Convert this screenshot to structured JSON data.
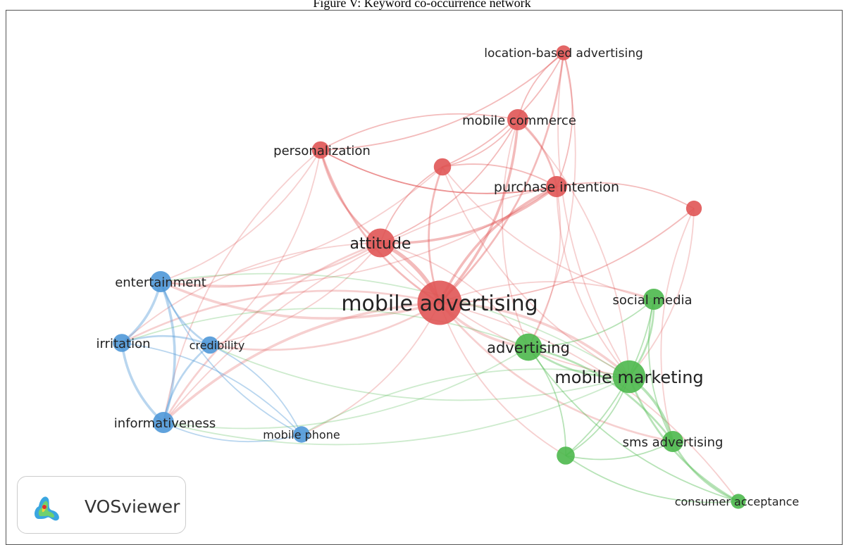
{
  "caption": "Figure V: Keyword co-occurrence network",
  "logo_text": "VOSviewer",
  "colors": {
    "red": "#e05555",
    "green": "#4cb84c",
    "blue": "#4f98d8"
  },
  "nodes": [
    {
      "id": "mobile advertising",
      "label": "mobile advertising",
      "cluster": "red",
      "size": 5
    },
    {
      "id": "attitude",
      "label": "attitude",
      "cluster": "red",
      "size": 3
    },
    {
      "id": "purchase intention",
      "label": "purchase intention",
      "cluster": "red",
      "size": 2
    },
    {
      "id": "mobile commerce",
      "label": "mobile commerce",
      "cluster": "red",
      "size": 2
    },
    {
      "id": "personalization",
      "label": "personalization",
      "cluster": "red",
      "size": 1.5
    },
    {
      "id": "location-based advertising",
      "label": "location-based advertising",
      "cluster": "red",
      "size": 1.2
    },
    {
      "id": "red-a",
      "label": "",
      "cluster": "red",
      "size": 1.5
    },
    {
      "id": "red-b",
      "label": "",
      "cluster": "red",
      "size": 1.3
    },
    {
      "id": "mobile marketing",
      "label": "mobile marketing",
      "cluster": "green",
      "size": 3.5
    },
    {
      "id": "advertising",
      "label": "advertising",
      "cluster": "green",
      "size": 2.8
    },
    {
      "id": "social media",
      "label": "social media",
      "cluster": "green",
      "size": 2
    },
    {
      "id": "sms advertising",
      "label": "sms advertising",
      "cluster": "green",
      "size": 2
    },
    {
      "id": "consumer acceptance",
      "label": "consumer acceptance",
      "cluster": "green",
      "size": 1.2
    },
    {
      "id": "green-a",
      "label": "",
      "cluster": "green",
      "size": 1.6
    },
    {
      "id": "entertainment",
      "label": "entertainment",
      "cluster": "blue",
      "size": 2
    },
    {
      "id": "irritation",
      "label": "irritation",
      "cluster": "blue",
      "size": 1.6
    },
    {
      "id": "credibility",
      "label": "credibility",
      "cluster": "blue",
      "size": 1.5
    },
    {
      "id": "informativeness",
      "label": "informativeness",
      "cluster": "blue",
      "size": 2
    },
    {
      "id": "mobile phone",
      "label": "mobile phone",
      "cluster": "blue",
      "size": 1.4
    }
  ],
  "links": [
    [
      "mobile advertising",
      "attitude",
      5
    ],
    [
      "mobile advertising",
      "purchase intention",
      3
    ],
    [
      "mobile advertising",
      "mobile commerce",
      3
    ],
    [
      "mobile advertising",
      "personalization",
      2
    ],
    [
      "mobile advertising",
      "location-based advertising",
      2
    ],
    [
      "mobile advertising",
      "red-a",
      2
    ],
    [
      "mobile advertising",
      "red-b",
      1
    ],
    [
      "mobile advertising",
      "mobile marketing",
      3
    ],
    [
      "mobile advertising",
      "advertising",
      3
    ],
    [
      "mobile advertising",
      "social media",
      1
    ],
    [
      "mobile advertising",
      "sms advertising",
      2
    ],
    [
      "mobile advertising",
      "consumer acceptance",
      1
    ],
    [
      "mobile advertising",
      "green-a",
      1
    ],
    [
      "mobile advertising",
      "entertainment",
      3
    ],
    [
      "mobile advertising",
      "irritation",
      2
    ],
    [
      "mobile advertising",
      "credibility",
      2
    ],
    [
      "mobile advertising",
      "informativeness",
      3
    ],
    [
      "mobile advertising",
      "mobile phone",
      1
    ],
    [
      "attitude",
      "purchase intention",
      3
    ],
    [
      "attitude",
      "personalization",
      2
    ],
    [
      "attitude",
      "mobile commerce",
      1
    ],
    [
      "attitude",
      "entertainment",
      2
    ],
    [
      "attitude",
      "informativeness",
      2
    ],
    [
      "attitude",
      "credibility",
      1
    ],
    [
      "attitude",
      "irritation",
      1
    ],
    [
      "attitude",
      "red-a",
      1
    ],
    [
      "attitude",
      "mobile marketing",
      1
    ],
    [
      "attitude",
      "advertising",
      1
    ],
    [
      "purchase intention",
      "mobile commerce",
      2
    ],
    [
      "purchase intention",
      "personalization",
      1
    ],
    [
      "purchase intention",
      "red-a",
      1
    ],
    [
      "purchase intention",
      "red-b",
      1
    ],
    [
      "purchase intention",
      "location-based advertising",
      1
    ],
    [
      "purchase intention",
      "advertising",
      1
    ],
    [
      "purchase intention",
      "mobile marketing",
      1
    ],
    [
      "purchase intention",
      "entertainment",
      1
    ],
    [
      "purchase intention",
      "informativeness",
      1
    ],
    [
      "mobile commerce",
      "location-based advertising",
      1
    ],
    [
      "mobile commerce",
      "personalization",
      1
    ],
    [
      "mobile commerce",
      "mobile marketing",
      1
    ],
    [
      "mobile commerce",
      "advertising",
      1
    ],
    [
      "mobile commerce",
      "red-a",
      1
    ],
    [
      "personalization",
      "location-based advertising",
      1
    ],
    [
      "personalization",
      "entertainment",
      1
    ],
    [
      "personalization",
      "informativeness",
      1
    ],
    [
      "personalization",
      "credibility",
      1
    ],
    [
      "personalization",
      "purchase intention",
      1
    ],
    [
      "location-based advertising",
      "red-a",
      1
    ],
    [
      "location-based advertising",
      "mobile marketing",
      1
    ],
    [
      "location-based advertising",
      "advertising",
      1
    ],
    [
      "red-a",
      "mobile marketing",
      1
    ],
    [
      "red-a",
      "entertainment",
      1
    ],
    [
      "red-a",
      "social media",
      1
    ],
    [
      "red-b",
      "mobile marketing",
      1
    ],
    [
      "red-b",
      "sms advertising",
      1
    ],
    [
      "mobile marketing",
      "advertising",
      2
    ],
    [
      "mobile marketing",
      "social media",
      2
    ],
    [
      "mobile marketing",
      "sms advertising",
      3
    ],
    [
      "mobile marketing",
      "consumer acceptance",
      2
    ],
    [
      "mobile marketing",
      "green-a",
      1
    ],
    [
      "mobile marketing",
      "entertainment",
      1
    ],
    [
      "mobile marketing",
      "informativeness",
      1
    ],
    [
      "mobile marketing",
      "mobile phone",
      1
    ],
    [
      "mobile marketing",
      "credibility",
      1
    ],
    [
      "advertising",
      "social media",
      1
    ],
    [
      "advertising",
      "sms advertising",
      2
    ],
    [
      "advertising",
      "consumer acceptance",
      1
    ],
    [
      "advertising",
      "green-a",
      1
    ],
    [
      "advertising",
      "irritation",
      1
    ],
    [
      "advertising",
      "informativeness",
      1
    ],
    [
      "social media",
      "sms advertising",
      1
    ],
    [
      "social media",
      "green-a",
      1
    ],
    [
      "sms advertising",
      "consumer acceptance",
      2
    ],
    [
      "sms advertising",
      "green-a",
      1
    ],
    [
      "green-a",
      "consumer acceptance",
      1
    ],
    [
      "entertainment",
      "irritation",
      3
    ],
    [
      "entertainment",
      "credibility",
      2
    ],
    [
      "entertainment",
      "informativeness",
      3
    ],
    [
      "entertainment",
      "mobile phone",
      1
    ],
    [
      "irritation",
      "credibility",
      2
    ],
    [
      "irritation",
      "informativeness",
      3
    ],
    [
      "irritation",
      "mobile phone",
      1
    ],
    [
      "credibility",
      "informativeness",
      2
    ],
    [
      "credibility",
      "mobile phone",
      1
    ],
    [
      "informativeness",
      "mobile phone",
      1
    ]
  ]
}
